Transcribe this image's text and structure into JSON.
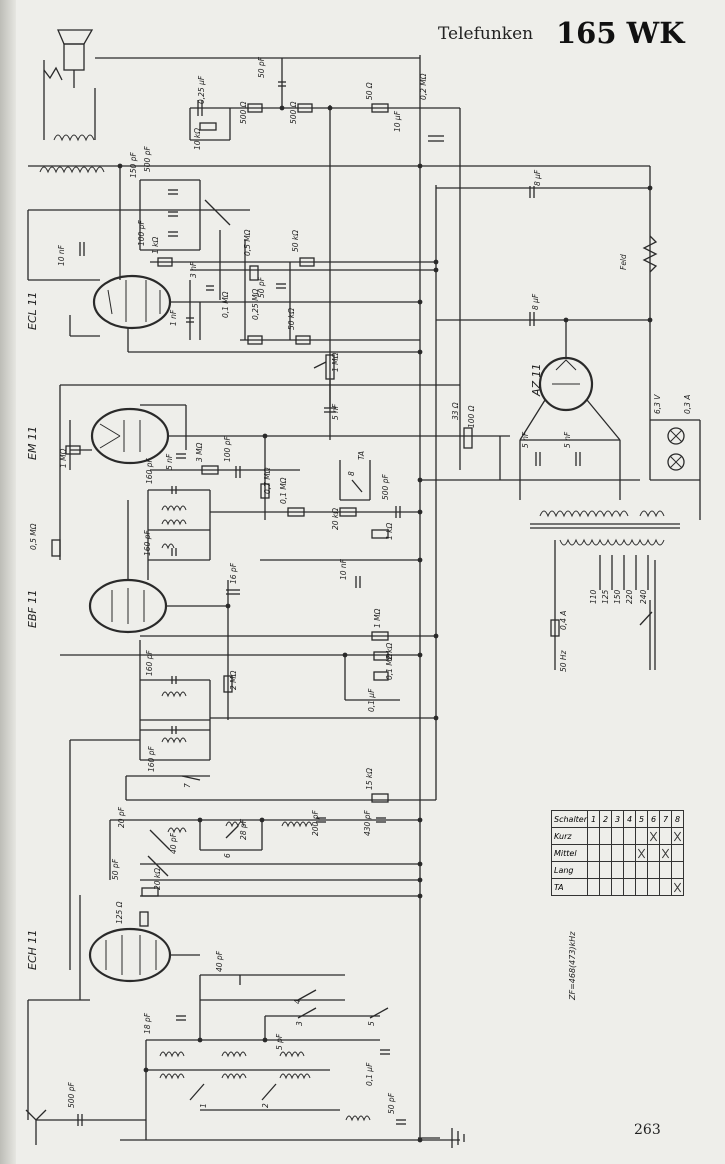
{
  "header": {
    "brand": "Telefunken",
    "model": "165 WK"
  },
  "page_number": "263",
  "if_note": "ZF=468(473)kHz",
  "tubes": {
    "ecl11": "ECL 11",
    "em11": "EM 11",
    "ebf11": "EBF 11",
    "ech11": "ECH 11",
    "az11": "AZ 11"
  },
  "components": {
    "c_025": "0,25 µF",
    "r_10k": "10 kΩ",
    "c_50pf_top": "50 pF",
    "r_500a": "500 Ω",
    "r_500b": "500 Ω",
    "r_50": "50 Ω",
    "r_02m": "0,2 MΩ",
    "c_10uf": "10 µF",
    "c_150pf": "150 pF",
    "c_500pf_tone": "500 pF",
    "c_100pf": "100 pF",
    "c_10nf": "10 nF",
    "r_1k": "1 kΩ",
    "c_3nf": "3 nF",
    "c_05m": "0,5 MΩ",
    "r_50k_a": "50 kΩ",
    "c_50pf_b": "50 pF",
    "c_1nf": "1 nF",
    "r_01m": "0,1 MΩ",
    "c_025m": "0,25 MΩ",
    "r_50k_b": "50 kΩ",
    "r_1m_pot": "1 MΩ",
    "c_8uf_a": "8 µF",
    "c_8uf_b": "8 µF",
    "field": "Feld",
    "c_5nf_a": "5 nF",
    "r_1m_em": "1 MΩ",
    "c_5nf_em": "5 nF",
    "r_3m": "3 MΩ",
    "c_100pf_em": "100 pF",
    "r_33": "33 Ω",
    "r_100": "100 Ω",
    "c_5nf_b": "5 nF",
    "c_5nf_c": "5 nF",
    "lamp_v": "6,3 V",
    "lamp_a": "0,3 A",
    "c_160pf_a": "160 pF",
    "c_160pf_b": "160 pF",
    "r_07m": "0,7 MΩ",
    "r_01m_b": "0,1 MΩ",
    "sw8": "8",
    "c_500pf_ta": "500 pF",
    "r_20k": "20 kΩ",
    "r_1k_b": "1 kΩ",
    "ta": "TA",
    "r_05m": "0,5 MΩ",
    "c_10nf_b": "10 nF",
    "c_16pf": "16 pF",
    "r_1m_b": "1 MΩ",
    "r_2k": "2 kΩ",
    "r_01m_c": "0,1 MΩ",
    "c_01uf": "0,1 µF",
    "c_160pf_c": "160 pF",
    "r_2m": "2 MΩ",
    "c_160pf_d": "160 pF",
    "c_20pf": "20 pF",
    "c_40pf": "40 pF",
    "sw6": "6",
    "c_28pf": "28 pF",
    "c_200pf": "200 pF",
    "c_430pf": "430 pF",
    "r_15k": "15 kΩ",
    "sw7": "7",
    "c_50pf_c": "50 pF",
    "r_20k_b": "20 kΩ",
    "r_125": "125 Ω",
    "c_40pf_b": "40 pF",
    "c_18pf": "18 pF",
    "c_5pf": "5 pF",
    "c_01uf_b": "0,1 µF",
    "c_50pf_d": "50 pF",
    "c_500pf_ant": "500 pF",
    "sw1": "1",
    "sw2": "2",
    "sw3": "3",
    "sw4": "4",
    "sw5": "5",
    "fuse": "0,4 A",
    "mains": "50 Hz",
    "taps": [
      "110",
      "125",
      "150",
      "220",
      "240"
    ]
  },
  "switch_table": {
    "numbers": [
      "1",
      "2",
      "3",
      "4",
      "5",
      "6",
      "7",
      "8"
    ],
    "rows": [
      {
        "label": "Schalter",
        "marks": [
          false,
          false,
          false,
          false,
          false,
          false,
          false,
          false
        ]
      },
      {
        "label": "Kurz",
        "marks": [
          false,
          false,
          false,
          false,
          false,
          true,
          false,
          true
        ]
      },
      {
        "label": "Mittel",
        "marks": [
          false,
          false,
          false,
          false,
          true,
          false,
          true,
          false
        ]
      },
      {
        "label": "Lang",
        "marks": [
          false,
          false,
          false,
          false,
          false,
          false,
          false,
          false
        ]
      },
      {
        "label": "TA",
        "marks": [
          false,
          false,
          false,
          false,
          false,
          false,
          false,
          true
        ]
      }
    ]
  }
}
